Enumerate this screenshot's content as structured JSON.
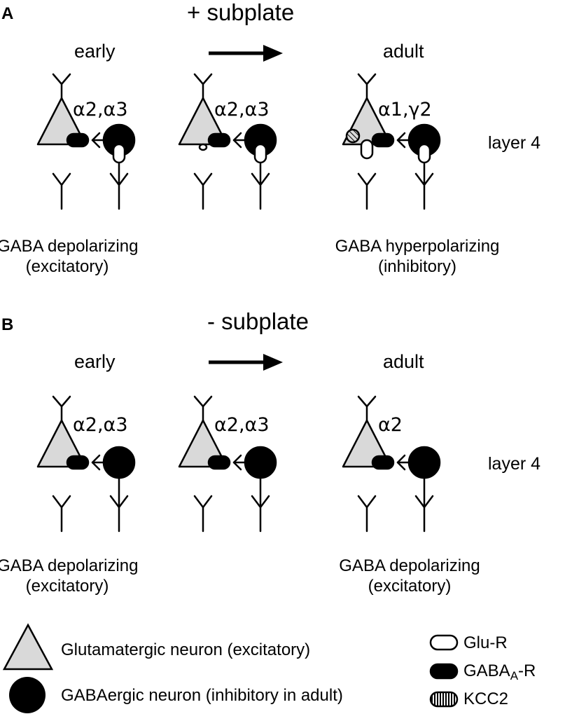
{
  "panel_a": {
    "letter": "A",
    "title": "+ subplate",
    "early_label": "early",
    "adult_label": "adult",
    "subunits": [
      "α2,α3",
      "α2,α3",
      "α1,γ2"
    ],
    "layer_label": "layer 4",
    "caption_left_1": "GABA depolarizing",
    "caption_left_2": "(excitatory)",
    "caption_right_1": "GABA hyperpolarizing",
    "caption_right_2": "(inhibitory)"
  },
  "panel_b": {
    "letter": "B",
    "title": "- subplate",
    "early_label": "early",
    "adult_label": "adult",
    "subunits": [
      "α2,α3",
      "α2,α3",
      "α2"
    ],
    "layer_label": "layer 4",
    "caption_left_1": "GABA depolarizing",
    "caption_left_2": "(excitatory)",
    "caption_right_1": "GABA depolarizing",
    "caption_right_2": "(excitatory)"
  },
  "legend": {
    "glutamatergic": "Glutamatergic neuron (excitatory)",
    "gabaergic": "GABAergic neuron (inhibitory in adult)",
    "glu_r": "Glu-R",
    "gaba_a_r_main": "GABA",
    "gaba_a_r_sub": "A",
    "gaba_a_r_suffix": "-R",
    "kcc2": "KCC2"
  },
  "colors": {
    "glutamatergic_fill": "#d9d9d9",
    "gabaergic_fill": "#000000",
    "stroke": "#000000"
  }
}
